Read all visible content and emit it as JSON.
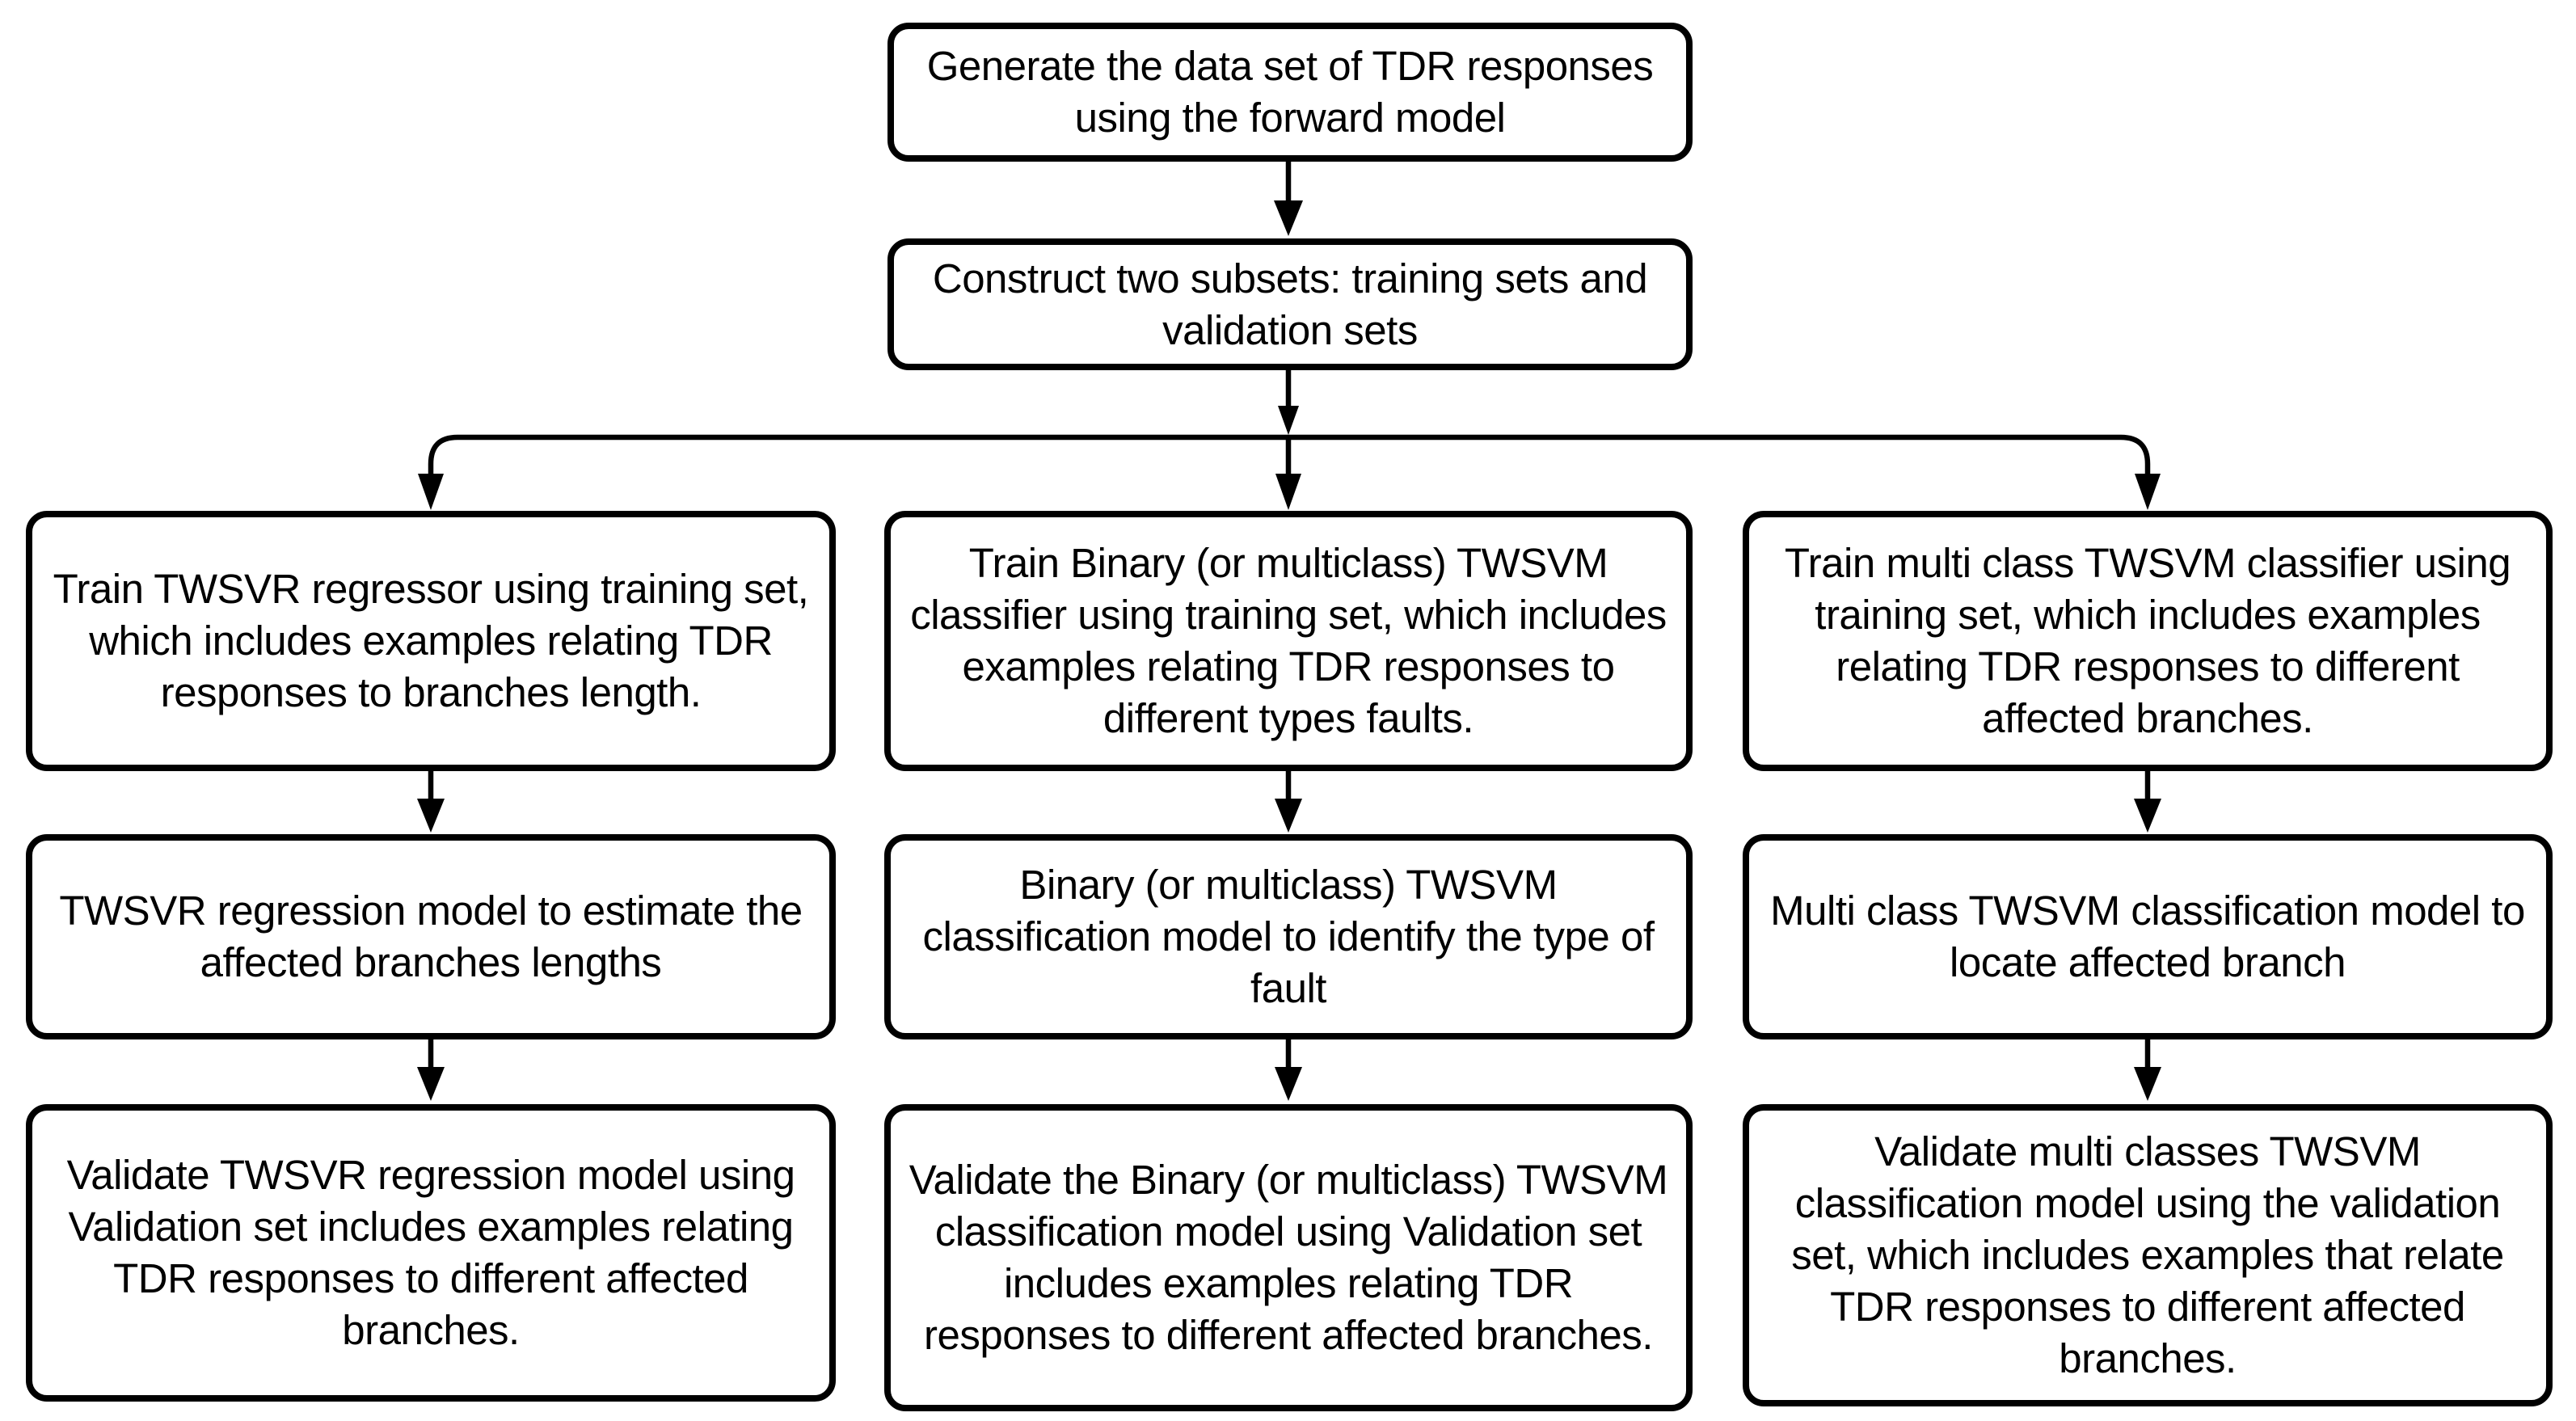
{
  "diagram": {
    "title": "TWSVR / TWSVM training and validation flowchart",
    "background_color": "#ffffff",
    "line_color": "#000000",
    "nodes": {
      "generate_data": {
        "text": "Generate the data set of TDR responses using the forward model"
      },
      "construct_subsets": {
        "text": "Construct two subsets: training sets and validation sets"
      },
      "train_twsvr": {
        "text": "Train TWSVR regressor using training set, which includes examples relating TDR responses to branches length."
      },
      "train_binary_twsvm": {
        "text": "Train Binary (or multiclass) TWSVM classifier  using training set, which includes examples relating TDR responses to different types faults."
      },
      "train_multi_twsvm": {
        "text": "Train multi class TWSVM classifier using training set, which includes examples relating TDR responses to different affected branches."
      },
      "twsvr_model": {
        "text": "TWSVR regression model to estimate the affected branches lengths"
      },
      "binary_twsvm_model": {
        "text": "Binary (or multiclass) TWSVM classification model to identify the type of fault"
      },
      "multi_twsvm_model": {
        "text": "Multi class TWSVM classification model to locate affected branch"
      },
      "validate_twsvr": {
        "text": "Validate TWSVR regression model using Validation set  includes examples relating TDR responses to different affected branches."
      },
      "validate_binary_twsvm": {
        "text": "Validate the Binary (or multiclass) TWSVM classification model using Validation set  includes examples relating TDR responses to different affected branches."
      },
      "validate_multi_twsvm": {
        "text": "Validate multi classes TWSVM classification model using the validation set, which includes examples that relate TDR responses to different affected branches."
      }
    }
  }
}
